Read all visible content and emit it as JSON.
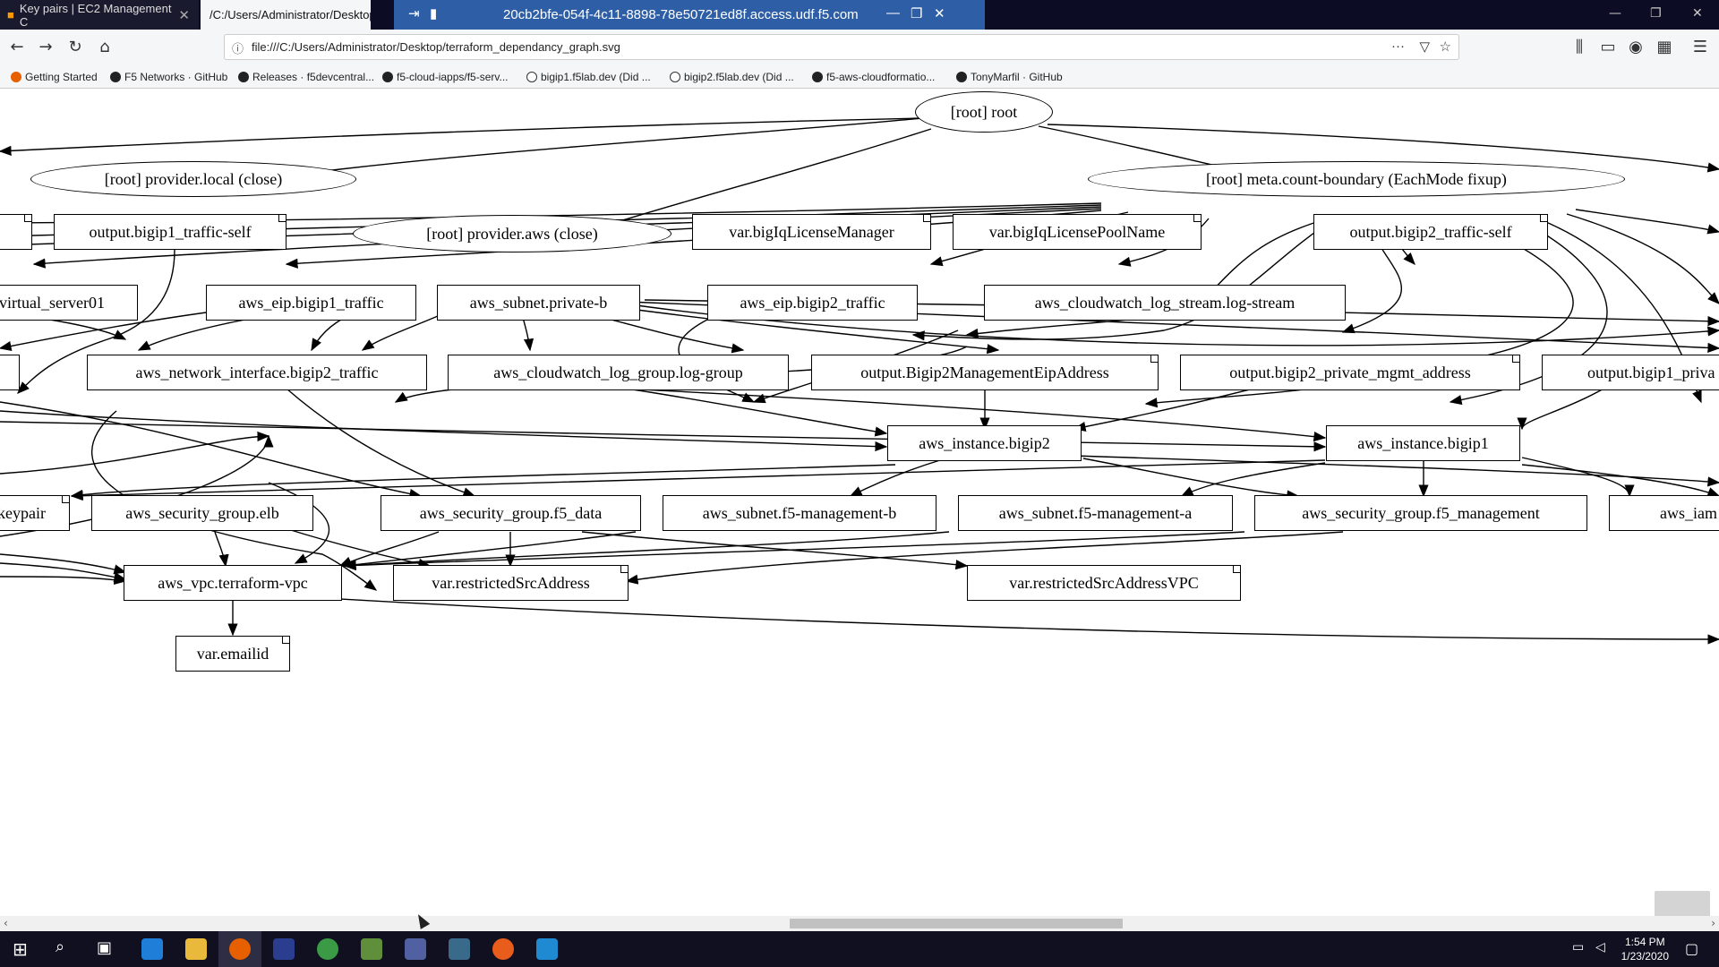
{
  "browser": {
    "tabs": [
      {
        "label": "Key pairs | EC2 Management C",
        "active": false
      },
      {
        "label": "/C:/Users/Administrator/Desktop",
        "active": true
      }
    ],
    "remote_title": "20cb2bfe-054f-4c11-8898-78e50721ed8f.access.udf.f5.com",
    "url": "file:///C:/Users/Administrator/Desktop/terraform_dependancy_graph.svg",
    "bookmarks": [
      "Getting Started",
      "F5 Networks · GitHub",
      "Releases · f5devcentral...",
      "f5-cloud-iapps/f5-serv...",
      "bigip1.f5lab.dev (Did ...",
      "bigip2.f5lab.dev (Did ...",
      "f5-aws-cloudformatio...",
      "TonyMarfil · GitHub"
    ]
  },
  "graph": {
    "root": "[root] root",
    "provider_local": "[root] provider.local (close)",
    "meta": "[root] meta.count-boundary (EachMode fixup)",
    "provider_aws": "[root] provider.aws (close)",
    "out_b1_tself": "output.bigip1_traffic-self",
    "var_lm": "var.bigIqLicenseManager",
    "var_lp": "var.bigIqLicensePoolName",
    "out_b2_tself": "output.bigip2_traffic-self",
    "virtual_server": "virtual_server01",
    "eip_b1": "aws_eip.bigip1_traffic",
    "subnet_pb": "aws_subnet.private-b",
    "eip_b2": "aws_eip.bigip2_traffic",
    "cw_stream": "aws_cloudwatch_log_stream.log-stream",
    "ni_b2": "aws_network_interface.bigip2_traffic",
    "cw_group": "aws_cloudwatch_log_group.log-group",
    "out_b2_eip": "output.Bigip2ManagementEipAddress",
    "out_b2_priv": "output.bigip2_private_mgmt_address",
    "out_b1_priv": "output.bigip1_priva",
    "inst_b2": "aws_instance.bigip2",
    "inst_b1": "aws_instance.bigip1",
    "keypair": "keypair",
    "sg_elb": "aws_security_group.elb",
    "sg_f5data": "aws_security_group.f5_data",
    "subnet_mb": "aws_subnet.f5-management-b",
    "subnet_ma": "aws_subnet.f5-management-a",
    "sg_mgmt": "aws_security_group.f5_management",
    "iam": "aws_iam",
    "vpc": "aws_vpc.terraform-vpc",
    "var_rsa": "var.restrictedSrcAddress",
    "var_rsavpc": "var.restrictedSrcAddressVPC",
    "var_email": "var.emailid"
  },
  "taskbar": {
    "time": "1:54 PM",
    "date": "1/23/2020"
  }
}
